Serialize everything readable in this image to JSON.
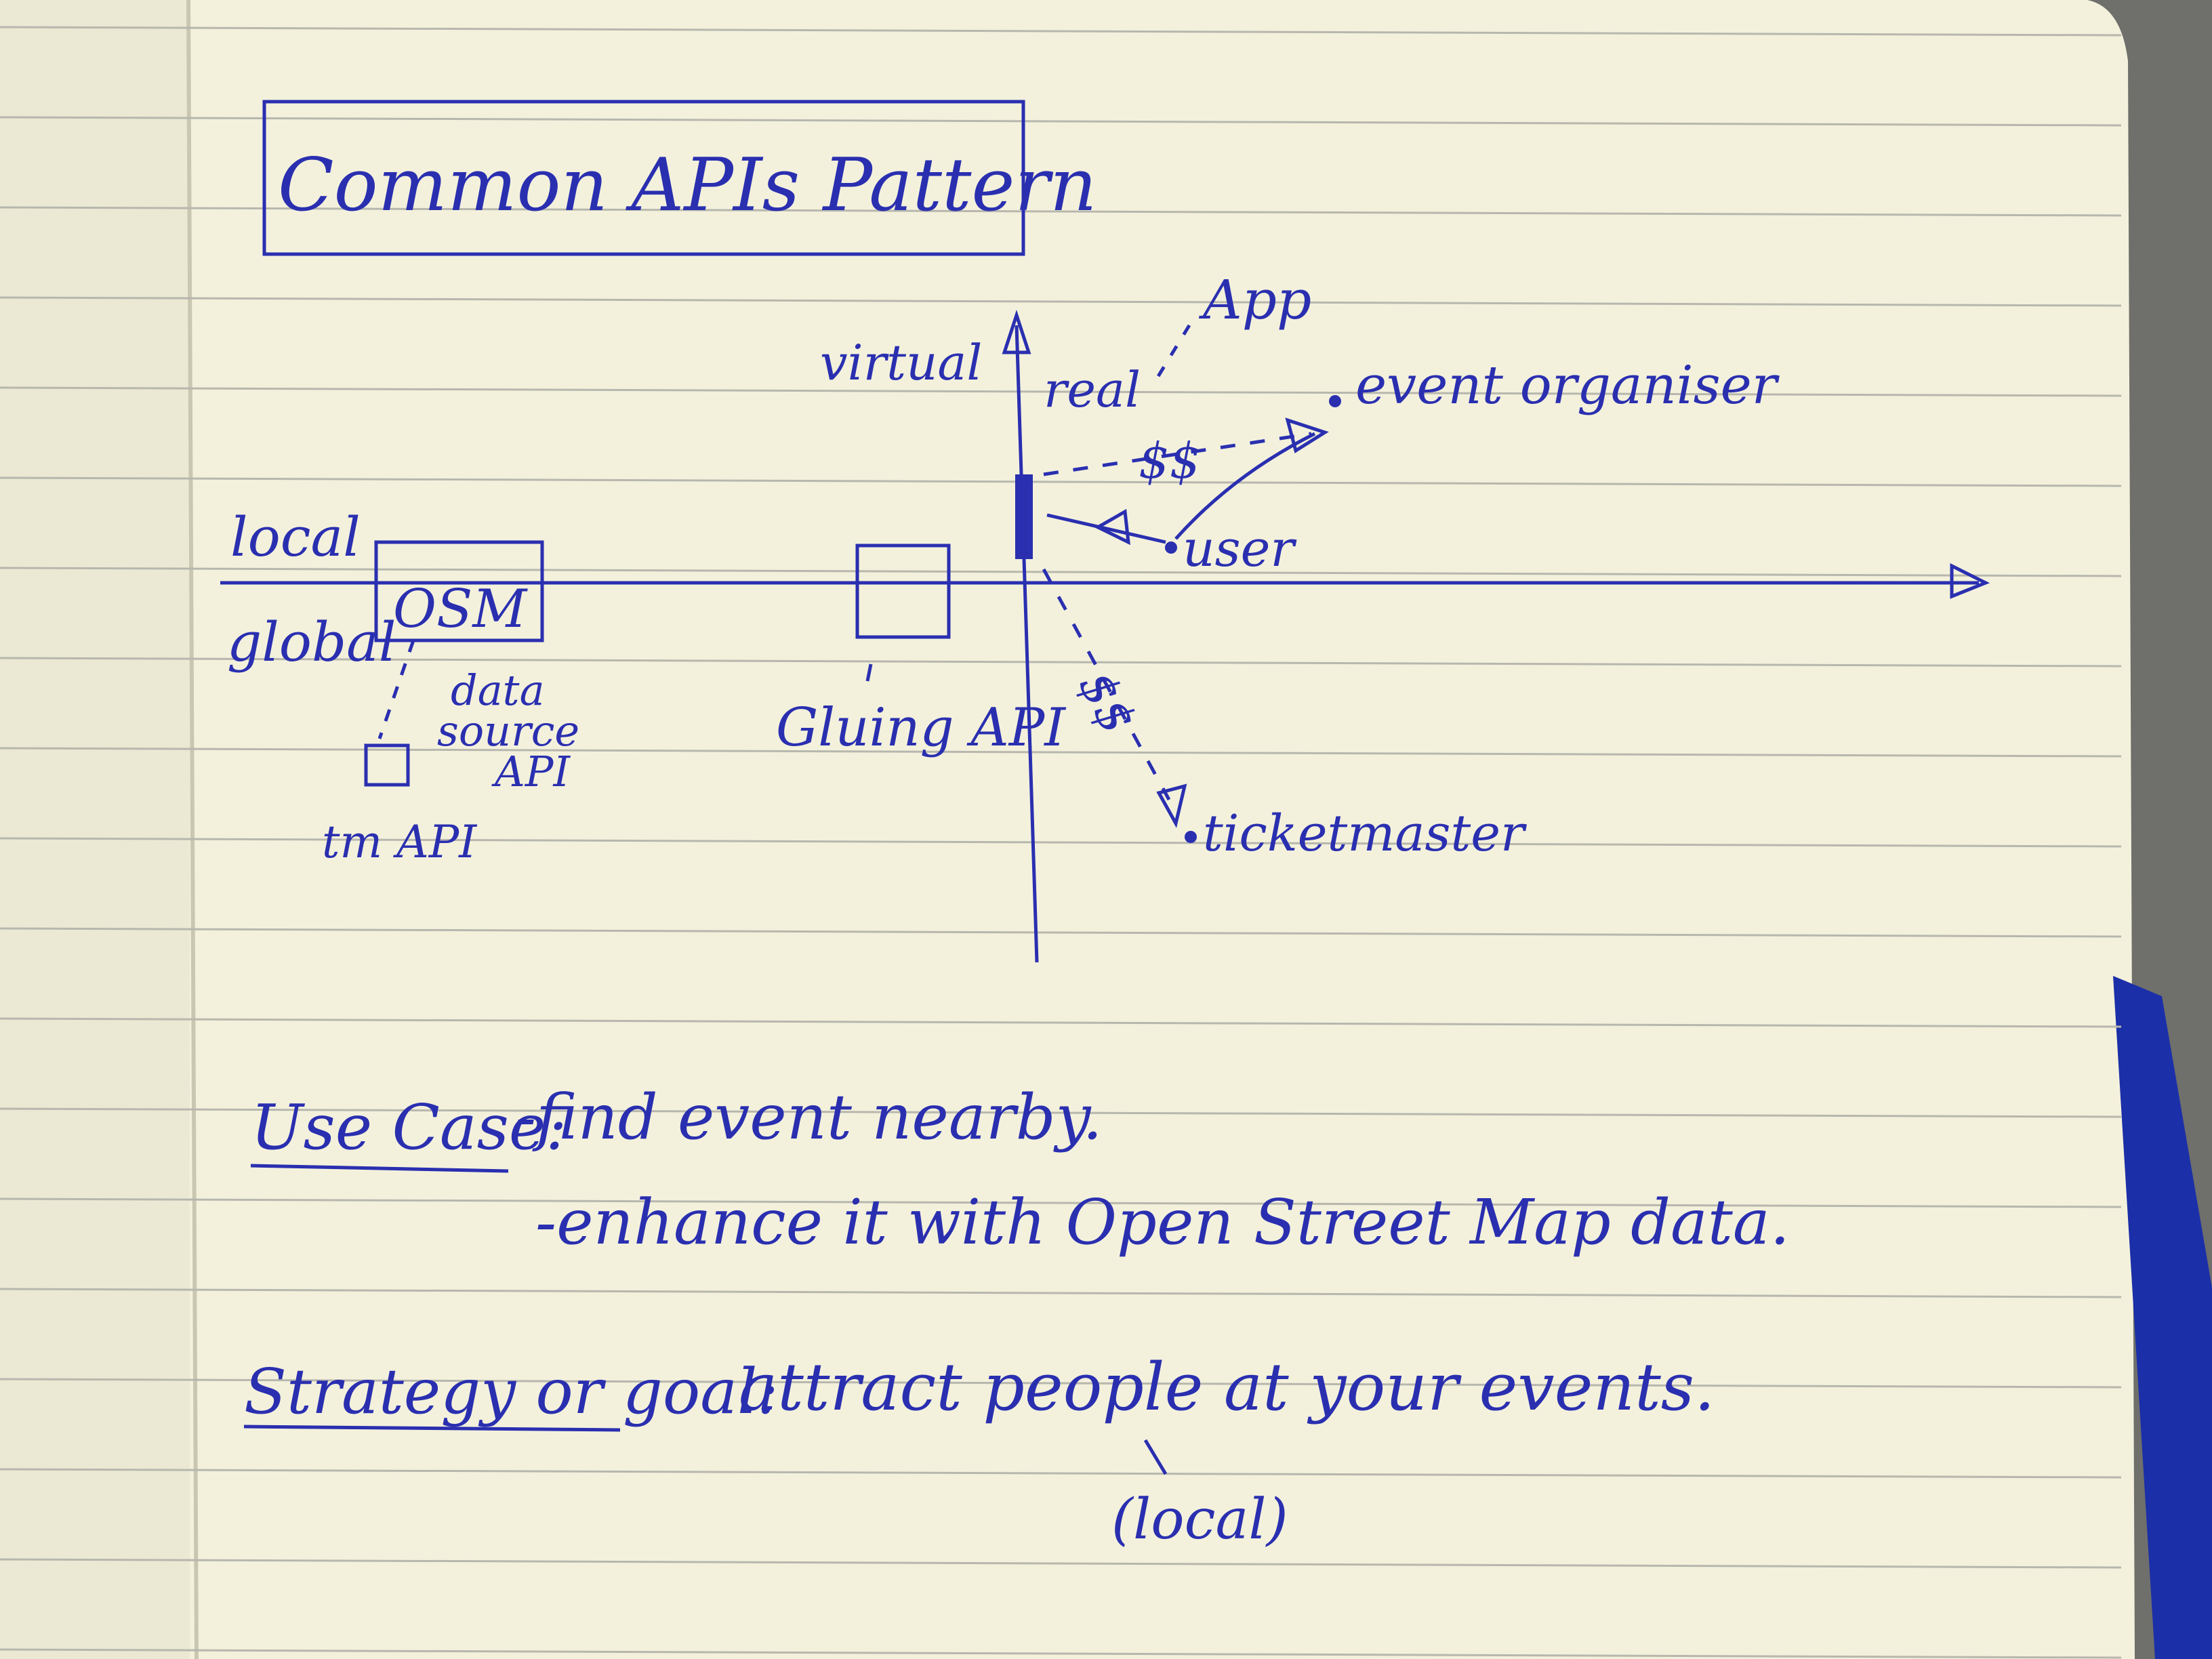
{
  "title": "Common APIs Pattern",
  "axes": {
    "left_upper": "local",
    "left_lower": "global",
    "top_left": "virtual",
    "top_right": "real"
  },
  "nodes": {
    "osm": "OSM",
    "data_source_line1": "data",
    "data_source_line2": "source",
    "data_source_line3": "API",
    "tm_api": "tm API",
    "gluing_api": "Gluing API",
    "app": "App",
    "event_organiser": "event organiser",
    "user": "user",
    "ticketmaster": "ticketmaster",
    "money1": "$$",
    "money2": "$$"
  },
  "notes": {
    "use_case_label": "Use Case:",
    "use_case_line1": "-find event nearby.",
    "use_case_line2": "-enhance it with Open Street Map data.",
    "strategy_label": "Strategy or goal:",
    "strategy_text": "attract people at your events.",
    "strategy_aside": "(local)"
  },
  "colors": {
    "paper": "#f3f1dc",
    "ink": "#2a2fb0",
    "ruled_line": "#b7b7ae",
    "bookmark": "#1b2fa8",
    "background": "#6f6f6b"
  }
}
